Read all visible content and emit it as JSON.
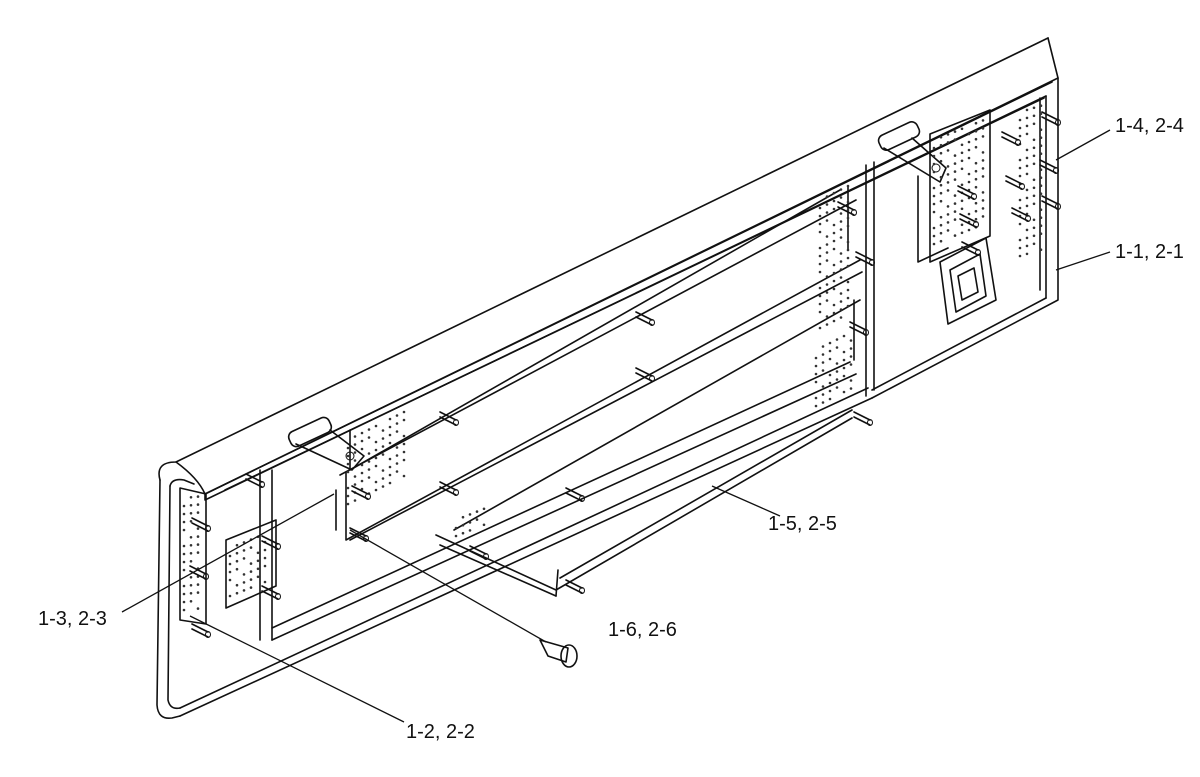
{
  "diagram": {
    "callouts": [
      {
        "id": "c14",
        "label": "1-4, 2-4"
      },
      {
        "id": "c11",
        "label": "1-1, 2-1"
      },
      {
        "id": "c15",
        "label": "1-5, 2-5"
      },
      {
        "id": "c13",
        "label": "1-3, 2-3"
      },
      {
        "id": "c16",
        "label": "1-6, 2-6"
      },
      {
        "id": "c12",
        "label": "1-2, 2-2"
      }
    ]
  }
}
